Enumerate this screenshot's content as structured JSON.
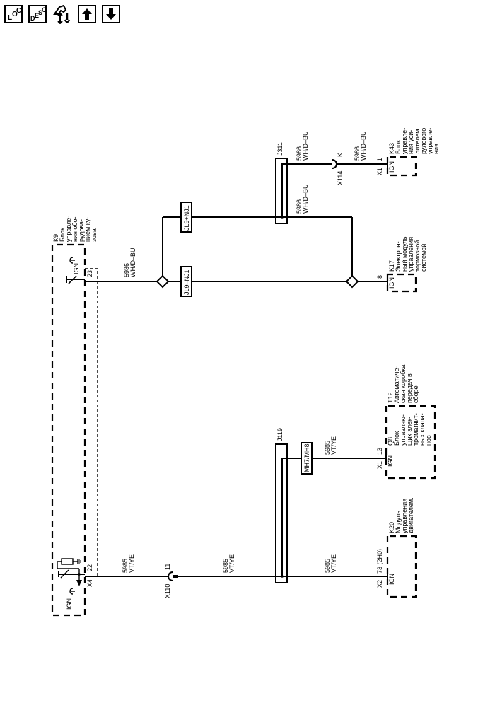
{
  "toolbar": {
    "loc": {
      "a": "L",
      "b": "O",
      "c": "C"
    },
    "desc": {
      "a": "D",
      "b": "E",
      "c": "S",
      "d": "C"
    },
    "icons": [
      "loc-icon",
      "desc-icon",
      "navigate-home-icon",
      "arrow-up-icon",
      "arrow-down-icon"
    ]
  },
  "components": {
    "k9": {
      "ref": "K9",
      "lines": [
        "Блок",
        "управле-",
        "ния обо-",
        "рудова-",
        "нием ку-",
        "зова"
      ],
      "ign_top": "IGN",
      "ign_bottom": "IGN",
      "pin_top": "23",
      "pin_bottom": "22",
      "connector": "X4"
    },
    "k43": {
      "ref": "K43",
      "lines": [
        "Блок",
        "управле-",
        "ния уси-",
        "лителем",
        "рулевого",
        "управле-",
        "ния"
      ],
      "ign": "IGN",
      "connector": "X1",
      "pin": "1"
    },
    "k17": {
      "ref": "K17",
      "lines": [
        "Электрон-",
        "ный модуль",
        "управления",
        "тормозной",
        "системой"
      ],
      "ign": "IGN",
      "pin": "8"
    },
    "t12": {
      "ref": "T12",
      "lines": [
        "Автоматиче-",
        "ская коробка",
        "передач в",
        "сборе"
      ]
    },
    "q8": {
      "ref": "Q8",
      "lines": [
        "Блок",
        "управляю-",
        "щих элек-",
        "тромагнит-",
        "ных клапа-",
        "нов"
      ],
      "ign": "IGN",
      "connector": "X1",
      "pin": "13"
    },
    "k20": {
      "ref": "K20",
      "lines": [
        "Модуль",
        "управления",
        "двигателем."
      ],
      "ign": "IGN",
      "connector": "X2",
      "pin": "73 (2H0)"
    }
  },
  "splices": {
    "j311": "J311",
    "j119": "J119"
  },
  "options": {
    "jl9_plus": "JL9+NJ1",
    "jl9_minus": "JL9–NJ1",
    "mh7": "MH7/MH8"
  },
  "connectors": {
    "x114": {
      "ref": "X114",
      "pin": "K"
    },
    "x110": {
      "ref": "X110",
      "pin": "11"
    }
  },
  "wires": {
    "w5986_a": {
      "circuit": "5986",
      "color": "WH/D–BU"
    },
    "w5986_b": {
      "circuit": "5986",
      "color": "WH/D–BU"
    },
    "w5986_c": {
      "circuit": "5986",
      "color": "WH/D–BU"
    },
    "w5986_d": {
      "circuit": "5986",
      "color": "WH/D–BU"
    },
    "w5985_a": {
      "circuit": "5985",
      "color": "VT/YE"
    },
    "w5985_b": {
      "circuit": "5985",
      "color": "VT/YE"
    },
    "w5985_c": {
      "circuit": "5985",
      "color": "VT/YE"
    },
    "w5985_d": {
      "circuit": "5985",
      "color": "VT/YE"
    }
  }
}
